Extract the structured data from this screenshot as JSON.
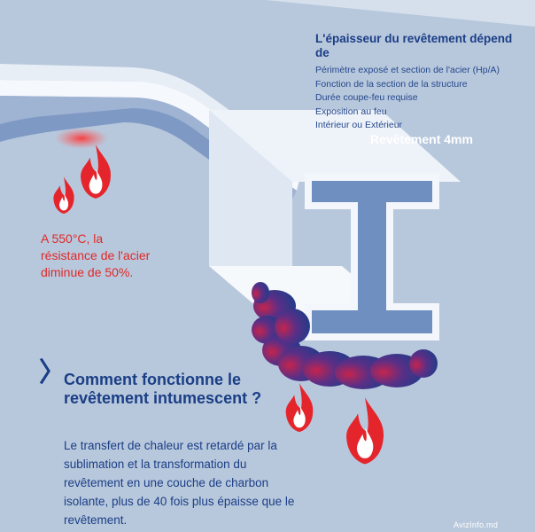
{
  "requirements": {
    "title": "L'épaisseur du revêtement dépend de",
    "items": [
      "Périmètre exposé et section de l'acier (Hp/A)",
      "Fonction de la section de la structure",
      "Durée coupe-feu requise",
      "Exposition au feu",
      "Intérieur ou Extérieur"
    ]
  },
  "coating_label": "Revêtement 4mm",
  "temperature_note": "A 550°C, la résistance de l'acier diminue de 50%.",
  "explanation": {
    "chevron": "〉",
    "question": "Comment fonctionne le revêtement intumescent ?",
    "answer": "Le transfert de chaleur est retardé par la sublimation et la transformation du revêtement en une couche de charbon isolante, plus de 40 fois plus épaisse que le revêtement."
  },
  "watermark": "AvizInfo.md",
  "colors": {
    "background": "#b8c8dc",
    "navy_text": "#1a3e86",
    "fire_red": "#e02828",
    "steel_face": "#6f8fc0",
    "char_blue": "#1d3c8a"
  },
  "icons": [
    "flame-icon"
  ]
}
